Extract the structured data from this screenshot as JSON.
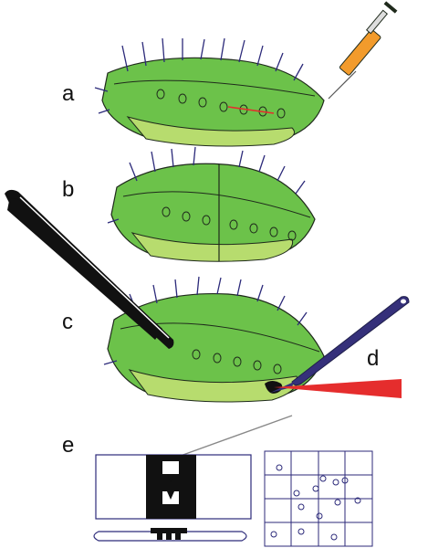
{
  "panels": {
    "a": "a",
    "b": "b",
    "c": "c",
    "d": "d",
    "e": "e"
  },
  "colors": {
    "body_green": "#6cc24a",
    "light_green": "#b7dc6e",
    "outline": "#1f2a1c",
    "spine": "#2c2a7a",
    "syringe": "#f29b2c",
    "forceps": "#111111",
    "scalpel": "#35307a",
    "laser": "#e52d2d"
  },
  "icons": {
    "syringe": "syringe-icon",
    "forceps": "forceps-icon",
    "scalpel": "scalpel-icon"
  }
}
